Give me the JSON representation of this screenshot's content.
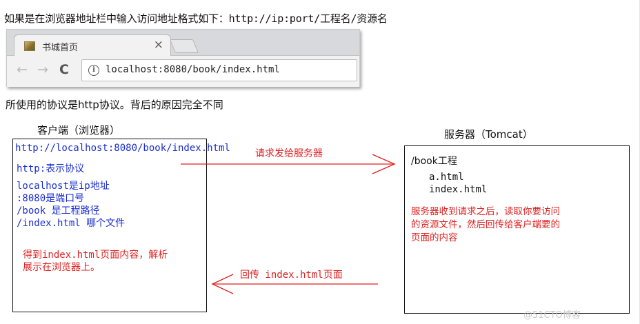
{
  "intro_text": "如果是在浏览器地址栏中输入访问地址格式如下：http://ip:port/工程名/资源名",
  "browser": {
    "tab_title": "书城首页",
    "tab_close": "×",
    "back_glyph": "←",
    "forward_glyph": "→",
    "reload_glyph": "C",
    "info_glyph": "i",
    "url": "localhost:8080/book/index.html"
  },
  "protocol_note": "所使用的协议是http协议。背后的原因完全不同",
  "client": {
    "label": "客户端（浏览器）",
    "url": "http://localhost:8080/book/index.html",
    "lines": [
      "http:表示协议",
      "localhost是ip地址",
      ":8080是端口号",
      "/book 是工程路径",
      "/index.html 哪个文件"
    ],
    "result_lines": [
      "得到index.html页面内容，解析",
      "展示在浏览器上。"
    ]
  },
  "server": {
    "label": "服务器（Tomcat）",
    "project": "/book工程",
    "files": [
      "a.html",
      "index.html"
    ],
    "note_lines": [
      "服务器收到请求之后，读取你要访问",
      "的资源文件，然后回传给客户端要的",
      "页面的内容"
    ]
  },
  "arrows": {
    "request_label": "请求发给服务器",
    "response_label": "回传 index.html页面"
  },
  "colors": {
    "blue_text": "#1a2ed0",
    "red": "#e02020"
  },
  "watermark": "@51CTO博客"
}
